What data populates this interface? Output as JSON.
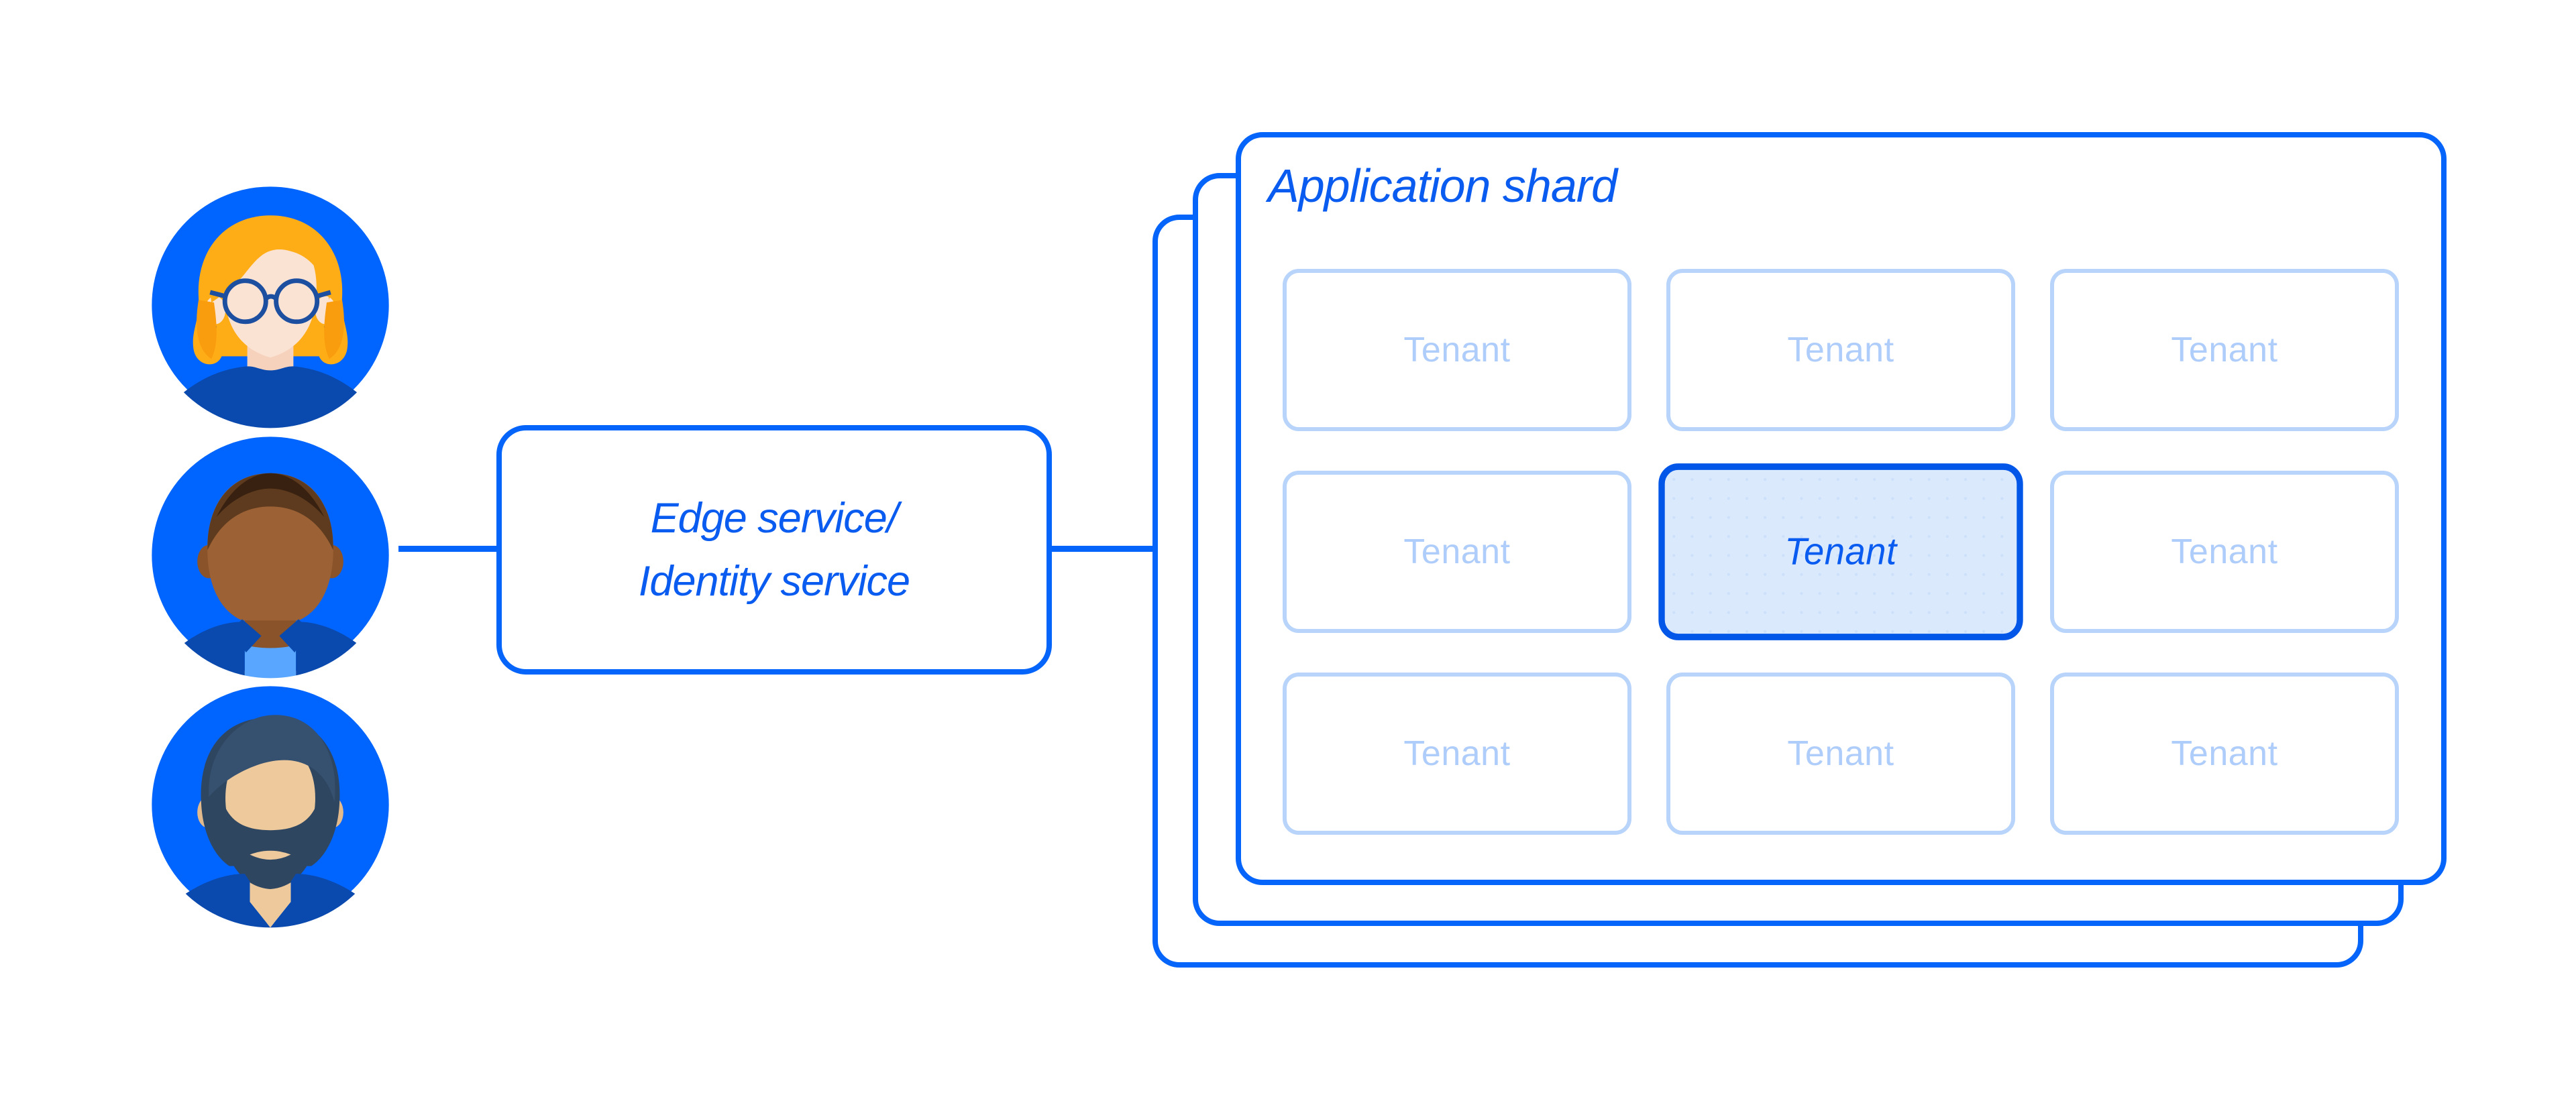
{
  "diagram": {
    "users": [
      {
        "name": "woman with glasses avatar"
      },
      {
        "name": "man avatar"
      },
      {
        "name": "bearded man avatar"
      }
    ],
    "edge_service": {
      "label_line1": "Edge service/",
      "label_line2": "Identity service"
    },
    "application_shard": {
      "title": "Application shard",
      "stack_count": 3,
      "tenants": [
        {
          "label": "Tenant",
          "highlighted": false
        },
        {
          "label": "Tenant",
          "highlighted": false
        },
        {
          "label": "Tenant",
          "highlighted": false
        },
        {
          "label": "Tenant",
          "highlighted": false
        },
        {
          "label": "Tenant",
          "highlighted": true
        },
        {
          "label": "Tenant",
          "highlighted": false
        },
        {
          "label": "Tenant",
          "highlighted": false
        },
        {
          "label": "Tenant",
          "highlighted": false
        },
        {
          "label": "Tenant",
          "highlighted": false
        }
      ]
    }
  },
  "colors": {
    "primary_blue": "#0564FA",
    "text_blue": "#0A5BEF",
    "avatar_bg": "#0065FF",
    "light_border": "#B8D4FB",
    "light_text": "#AFCDFA",
    "highlight_border": "#0357E8",
    "highlight_fill": "#DBE9FD",
    "highlight_dot": "#CCE0FA",
    "shirt_navy": "#0A49AD",
    "hair_gold": "#FFAD17",
    "hair_gold_dark": "#F99D0F",
    "skin_light": "#FBE3D4",
    "skin_light_shadow": "#F6D2BD",
    "skin_brown": "#9C6134",
    "skin_brown_dark": "#8A5329",
    "skin_tan": "#EDC99C",
    "skin_tan_dark": "#E3BA8C",
    "hair_navy": "#2F4661",
    "hair_navy_light": "#36506F",
    "collar_blue": "#58A6FF",
    "glasses_navy": "#1D4FA1"
  }
}
